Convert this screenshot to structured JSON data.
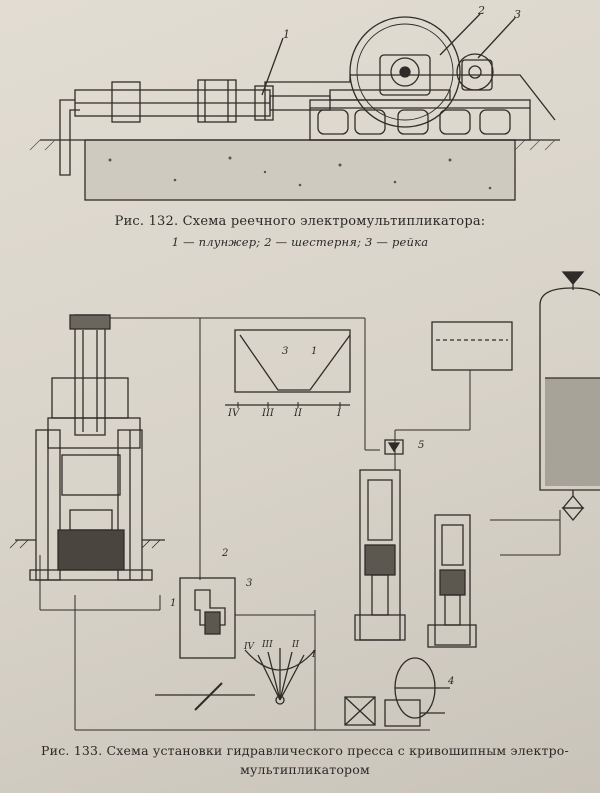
{
  "figure132": {
    "caption": "Рис. 132. Схема реечного электромультипликатора:",
    "legend": "1 — плунжер; 2 — шестерня; 3 — рейка",
    "callouts": [
      "1",
      "2",
      "3"
    ]
  },
  "figure133": {
    "caption_line1": "Рис. 133. Схема установки гидравлического пресса с кривошипным электро-",
    "caption_line2": "мультипликатором",
    "callouts": [
      "1",
      "2",
      "3",
      "4",
      "5"
    ],
    "diagram_labels": [
      "3",
      "1",
      "IV",
      "III",
      "II",
      "I"
    ],
    "dial_labels": [
      "IV",
      "III",
      "II",
      "I"
    ]
  }
}
